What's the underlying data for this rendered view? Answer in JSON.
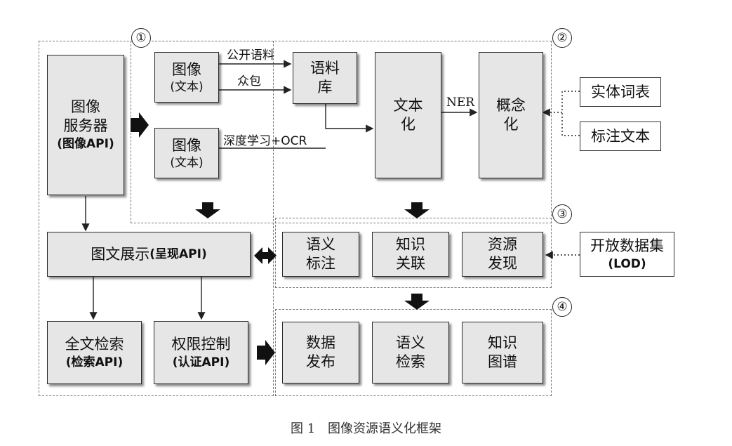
{
  "regions": {
    "r1": "①",
    "r2": "②",
    "r3": "③",
    "r4": "④"
  },
  "nodes": {
    "image_server": {
      "title_line1": "图像",
      "title_line2": "服务器",
      "api": "(图像API)"
    },
    "image_top": {
      "line1": "图像",
      "line2": "(文本)"
    },
    "image_bottom": {
      "line1": "图像",
      "line2": "(文本)"
    },
    "corpus": {
      "line1": "语料",
      "line2": "库"
    },
    "textualize": {
      "line1": "文本",
      "line2": "化"
    },
    "conceptualize": {
      "line1": "概念",
      "line2": "化"
    },
    "entity_vocab": {
      "label": "实体词表"
    },
    "annotated_text": {
      "label": "标注文本"
    },
    "display": {
      "label": "图文展示",
      "api": "(呈现API)"
    },
    "fulltext_search": {
      "label": "全文检索",
      "api": "(检索API)"
    },
    "access_control": {
      "label": "权限控制",
      "api": "(认证API)"
    },
    "semantic_annotation": {
      "line1": "语义",
      "line2": "标注"
    },
    "knowledge_linking": {
      "line1": "知识",
      "line2": "关联"
    },
    "resource_discovery": {
      "line1": "资源",
      "line2": "发现"
    },
    "open_datasets": {
      "label": "开放数据集",
      "sub": "(LOD)"
    },
    "data_publishing": {
      "line1": "数据",
      "line2": "发布"
    },
    "semantic_search": {
      "line1": "语义",
      "line2": "检索"
    },
    "knowledge_graph": {
      "line1": "知识",
      "line2": "图谱"
    }
  },
  "edges": {
    "public_corpus": "公开语料",
    "crowdsourcing": "众包",
    "deep_learning_ocr": "深度学习+OCR",
    "ner": "NER"
  },
  "caption": {
    "fig_no": "图 1",
    "title": "图像资源语义化框架"
  }
}
